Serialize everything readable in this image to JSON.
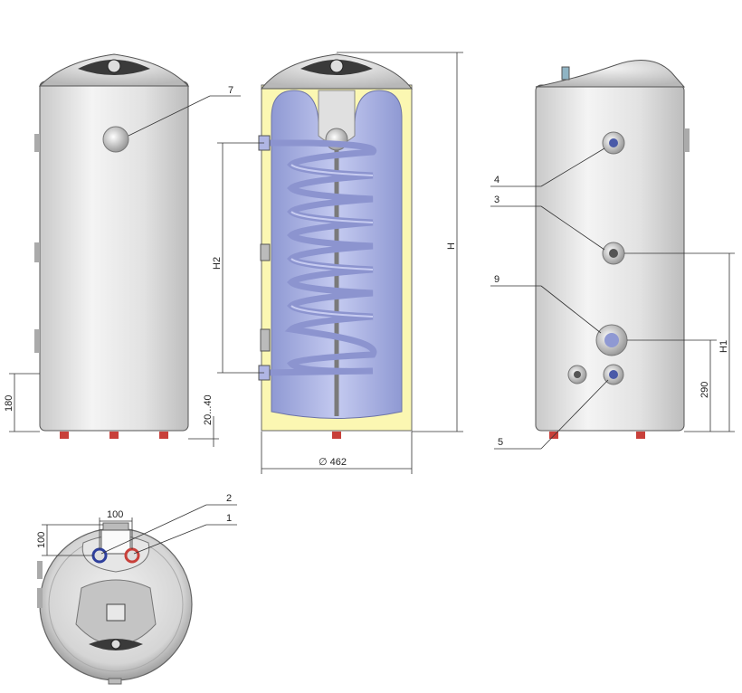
{
  "callouts": {
    "c1": "1",
    "c2": "2",
    "c3": "3",
    "c4": "4",
    "c5": "5",
    "c7": "7",
    "c9": "9"
  },
  "dimensions": {
    "h": "H",
    "h1": "H1",
    "h2": "H2",
    "d180": "180",
    "d20_40": "20...40",
    "d290": "290",
    "diameter": "∅ 462",
    "d100_top": "100",
    "d100_side": "100"
  },
  "colors": {
    "tank_body": "#e6e6e6",
    "insulation": "#fbf7b2",
    "water": "#a9b2e4",
    "coil": "#9ea6dc",
    "hot_connector": "#c8403a",
    "cold_connector": "#2e3f9c"
  }
}
